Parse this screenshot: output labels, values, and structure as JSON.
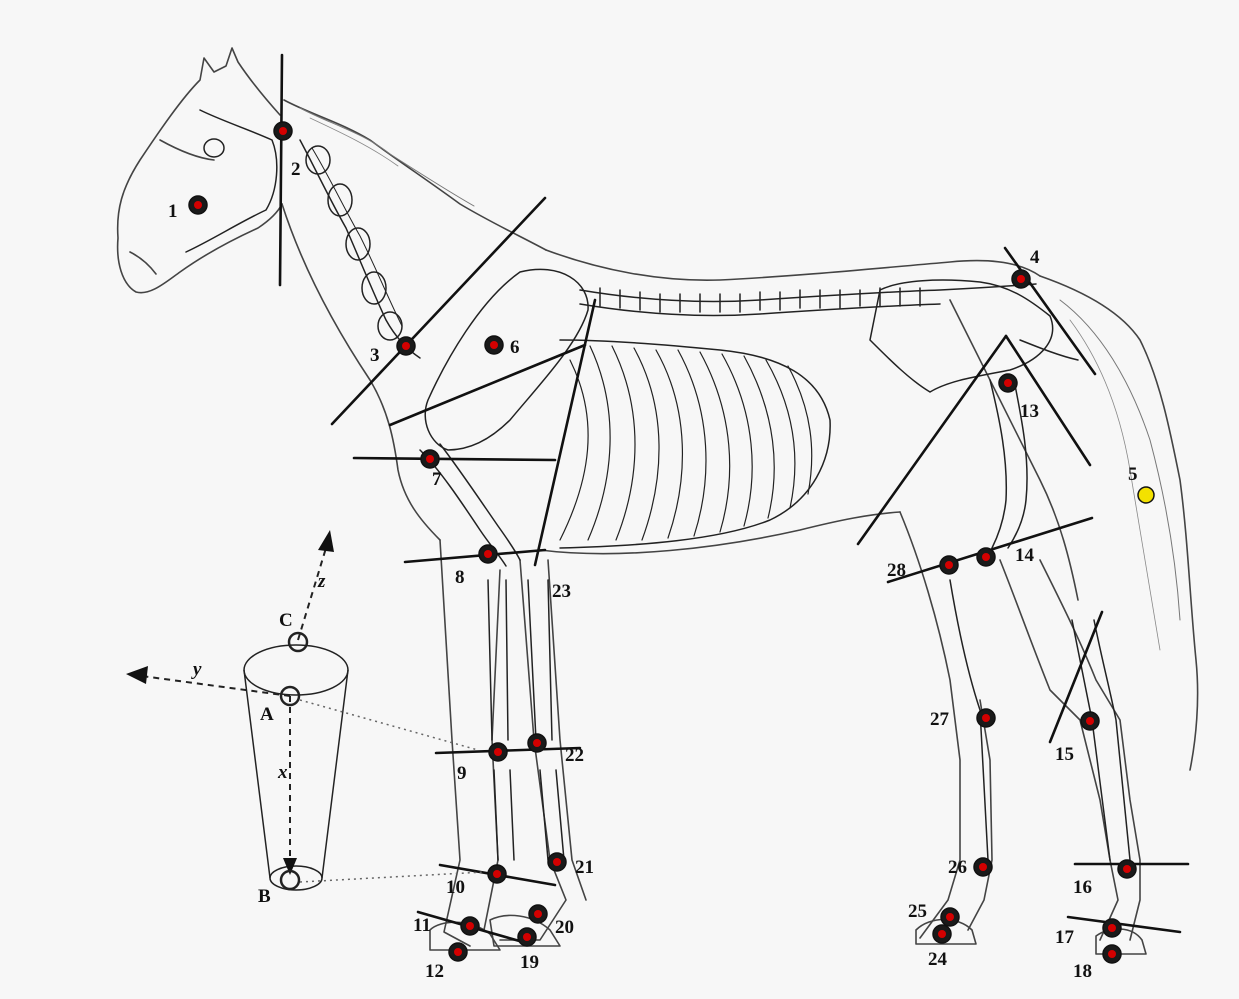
{
  "diagram": {
    "markers": [
      {
        "label": "1",
        "kind": "red-dot"
      },
      {
        "label": "2",
        "kind": "red-dot"
      },
      {
        "label": "3",
        "kind": "red-dot"
      },
      {
        "label": "4",
        "kind": "red-dot"
      },
      {
        "label": "5",
        "kind": "yellow-dot"
      },
      {
        "label": "6",
        "kind": "red-dot"
      },
      {
        "label": "7",
        "kind": "red-dot"
      },
      {
        "label": "8",
        "kind": "red-dot"
      },
      {
        "label": "9",
        "kind": "red-dot"
      },
      {
        "label": "10",
        "kind": "red-dot"
      },
      {
        "label": "11",
        "kind": "red-dot"
      },
      {
        "label": "12",
        "kind": "red-dot"
      },
      {
        "label": "13",
        "kind": "red-dot"
      },
      {
        "label": "14",
        "kind": "red-dot"
      },
      {
        "label": "15",
        "kind": "red-dot"
      },
      {
        "label": "16",
        "kind": "red-dot"
      },
      {
        "label": "17",
        "kind": "red-dot"
      },
      {
        "label": "18",
        "kind": "red-dot"
      },
      {
        "label": "19",
        "kind": "red-dot"
      },
      {
        "label": "20",
        "kind": "red-dot"
      },
      {
        "label": "21",
        "kind": "red-dot"
      },
      {
        "label": "22",
        "kind": "red-dot"
      },
      {
        "label": "23",
        "kind": "label-only"
      },
      {
        "label": "24",
        "kind": "red-dot"
      },
      {
        "label": "25",
        "kind": "red-dot"
      },
      {
        "label": "26",
        "kind": "red-dot"
      },
      {
        "label": "27",
        "kind": "red-dot"
      },
      {
        "label": "28",
        "kind": "red-dot"
      }
    ],
    "segment_model": {
      "points": {
        "a": "A",
        "b": "B",
        "c": "C"
      },
      "axes": {
        "x": "x",
        "y": "y",
        "z": "z"
      }
    },
    "colors": {
      "marker": "#d40000",
      "marker_alt": "#f3e100",
      "ink": "#111111",
      "sketch": "#555555"
    }
  }
}
